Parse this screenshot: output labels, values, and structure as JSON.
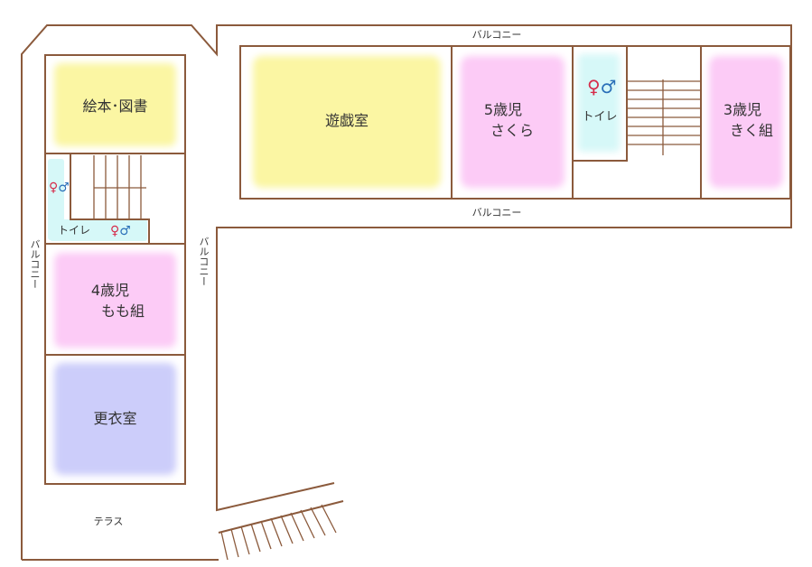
{
  "rooms": {
    "ehon": "絵本･図書",
    "yugi": "遊戯室",
    "sakura_age": "5歳児",
    "sakura_name": "さくら",
    "kiku_age": "3歳児",
    "kiku_name": "きく組",
    "momo_age": "4歳児",
    "momo_name": "もも組",
    "koui": "更衣室"
  },
  "areas": {
    "balcony": "バルコニー",
    "toilet": "トイレ",
    "terrace": "テラス"
  },
  "icons": {
    "restroom": "restroom-icon"
  },
  "colors": {
    "wall": "#8b5a3c",
    "yellow": "#fbf6a3",
    "pink": "#fccbf6",
    "cyan": "#d6f8f8",
    "lavender": "#cccdfa",
    "male": "#2a6fb8",
    "female": "#d62c4a"
  }
}
